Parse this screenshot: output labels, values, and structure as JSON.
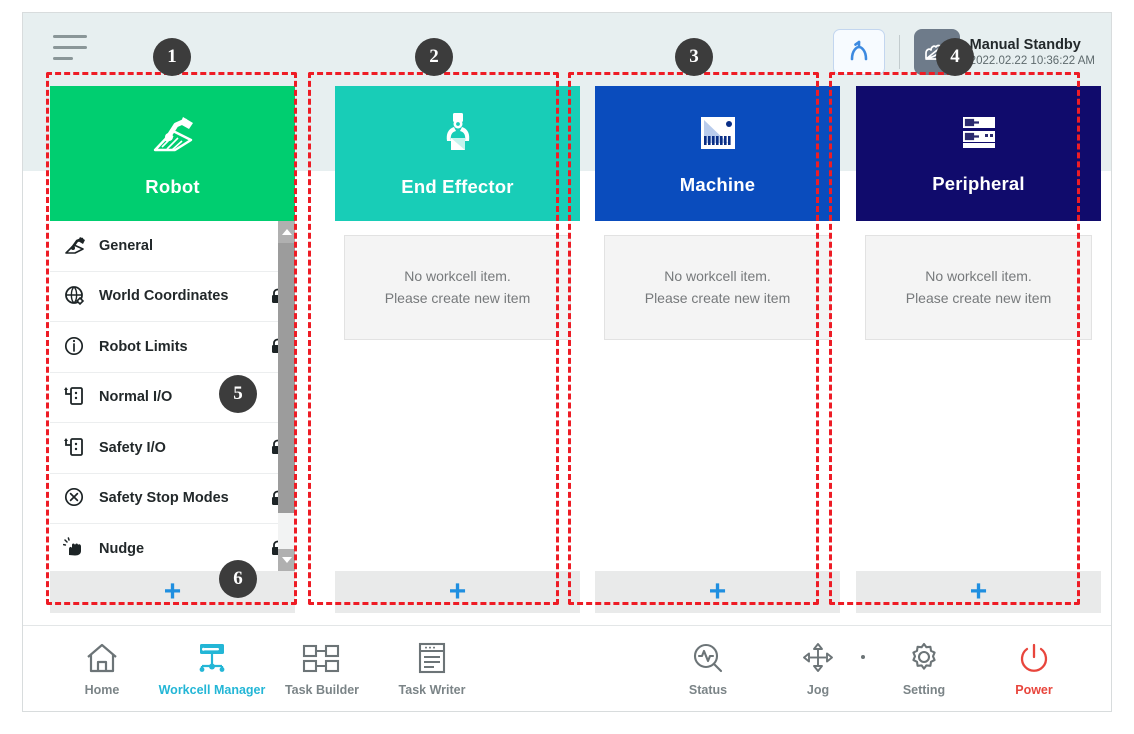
{
  "header": {
    "menu_icon": "hamburger-menu-icon",
    "reset_icon": "robot-reset-icon",
    "mode_icon": "manual-hand-icon",
    "mode_title": "Manual Standby",
    "mode_time": "2022.02.22 10:36:22 AM"
  },
  "columns": [
    {
      "id": "robot",
      "title": "Robot",
      "icon": "robot-arm-icon",
      "color": "#00ce70",
      "type": "list",
      "add_label": "+",
      "items": [
        {
          "label": "General",
          "icon": "robot-arm-icon",
          "locked": false
        },
        {
          "label": "World Coordinates",
          "icon": "globe-coordinate-icon",
          "locked": true
        },
        {
          "label": "Robot Limits",
          "icon": "limits-circle-icon",
          "locked": true
        },
        {
          "label": "Normal I/O",
          "icon": "io-port-icon",
          "locked": false
        },
        {
          "label": "Safety I/O",
          "icon": "io-port-icon",
          "locked": true
        },
        {
          "label": "Safety Stop Modes",
          "icon": "stop-x-icon",
          "locked": true
        },
        {
          "label": "Nudge",
          "icon": "hand-nudge-icon",
          "locked": true
        }
      ]
    },
    {
      "id": "end-effector",
      "title": "End Effector",
      "icon": "gripper-icon",
      "color": "#18cdb7",
      "type": "empty",
      "add_label": "+",
      "empty_line1": "No workcell item.",
      "empty_line2": "Please create new item"
    },
    {
      "id": "machine",
      "title": "Machine",
      "icon": "machine-icon",
      "color": "#0a4cbd",
      "type": "empty",
      "add_label": "+",
      "empty_line1": "No workcell item.",
      "empty_line2": "Please create new item"
    },
    {
      "id": "peripheral",
      "title": "Peripheral",
      "icon": "peripheral-rack-icon",
      "color": "#100b6c",
      "type": "empty",
      "add_label": "+",
      "empty_line1": "No workcell item.",
      "empty_line2": "Please create new item"
    }
  ],
  "bottom_nav": {
    "left": [
      {
        "label": "Home",
        "icon": "home-icon",
        "active": false
      },
      {
        "label": "Workcell Manager",
        "icon": "workcell-manager-icon",
        "active": true
      },
      {
        "label": "Task Builder",
        "icon": "task-builder-icon",
        "active": false
      },
      {
        "label": "Task Writer",
        "icon": "task-writer-icon",
        "active": false
      }
    ],
    "right": [
      {
        "label": "Status",
        "icon": "status-scope-icon",
        "active": false
      },
      {
        "label": "Jog",
        "icon": "jog-dpad-icon",
        "active": false
      },
      {
        "label": "Setting",
        "icon": "gear-icon",
        "active": false
      },
      {
        "label": "Power",
        "icon": "power-icon",
        "active": false
      }
    ]
  },
  "annotations": {
    "accent_color": "#ee1c25",
    "badge_color": "#3c3c3c",
    "badges": [
      {
        "number": "1"
      },
      {
        "number": "2"
      },
      {
        "number": "3"
      },
      {
        "number": "4"
      },
      {
        "number": "5"
      },
      {
        "number": "6"
      }
    ]
  }
}
